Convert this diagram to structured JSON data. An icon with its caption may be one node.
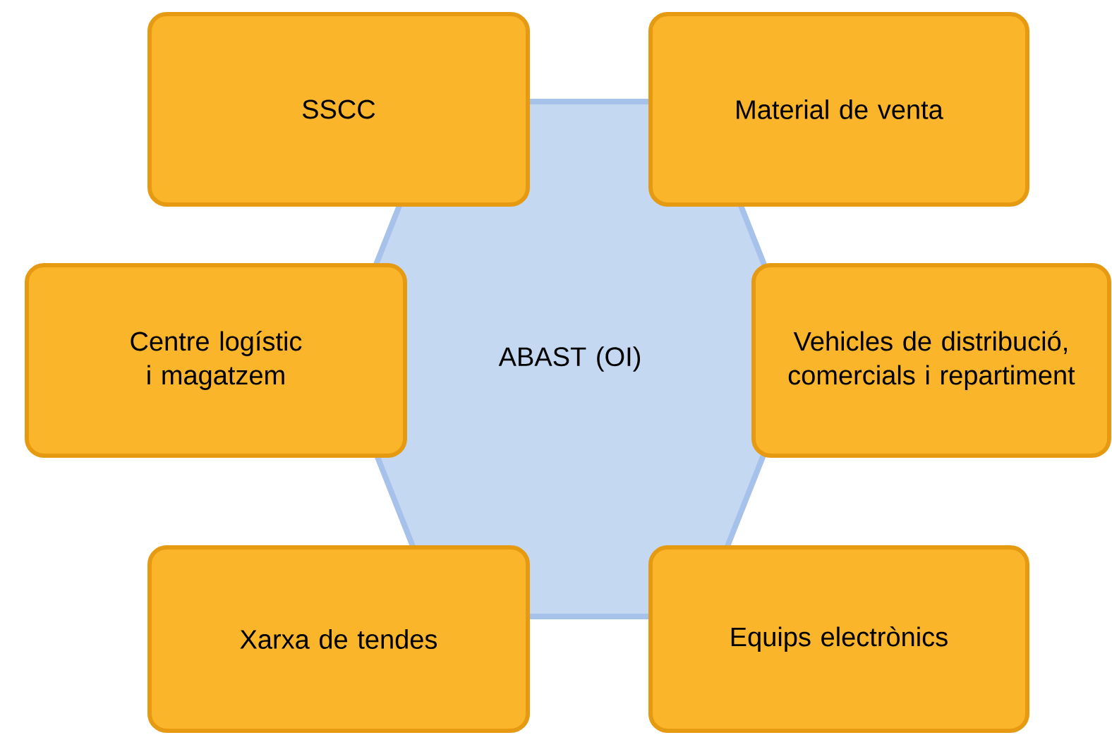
{
  "diagram": {
    "nodes": [
      {
        "text": [
          "SSCC"
        ]
      },
      {
        "text": [
          "Material de venta"
        ]
      },
      {
        "text": [
          "Centre logístic i magatzem"
        ]
      },
      {
        "text": [
          "ABAST (OI)"
        ]
      },
      {
        "text": [
          "Vehicles de distribució, comercials i repartiment"
        ]
      },
      {
        "text": [
          "Xarxa de tendes"
        ]
      },
      {
        "text": [
          "Equips electrònics"
        ]
      }
    ]
  }
}
